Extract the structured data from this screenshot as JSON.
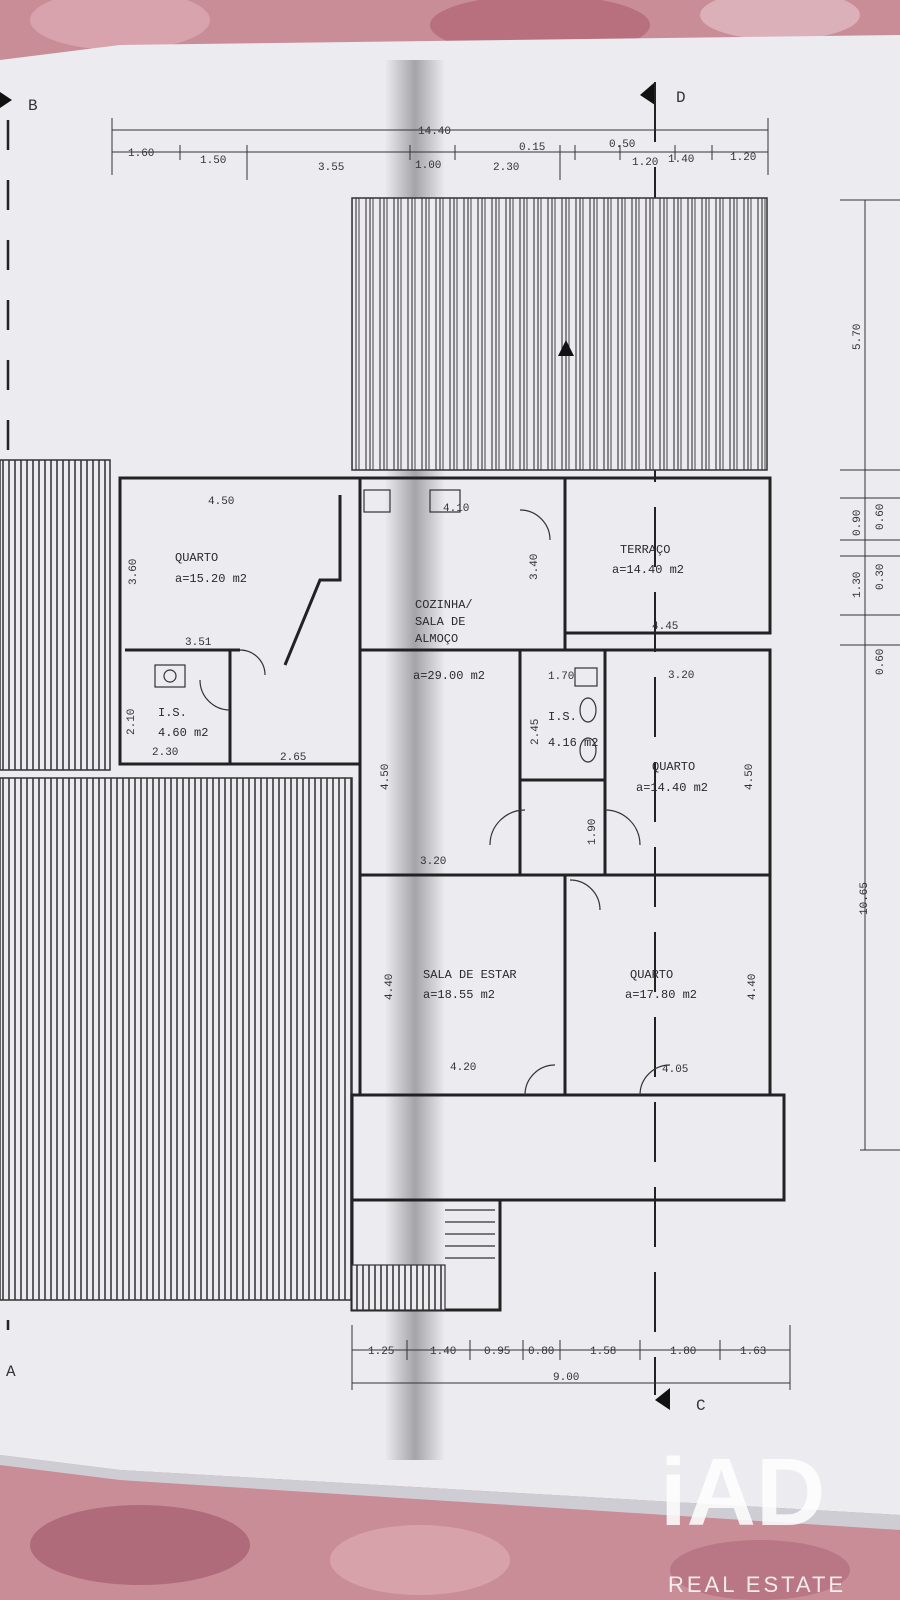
{
  "section_markers": {
    "B": "B",
    "D": "D",
    "A": "A",
    "C": "C"
  },
  "top_dimensions": {
    "total": "14.40",
    "segments": [
      "1.60",
      "1.50",
      "3.55",
      "1.00",
      "2.30",
      "0.15",
      "0.50",
      "1.20",
      "1.40",
      "1.20"
    ]
  },
  "right_dimensions": [
    "5.70",
    "0.60",
    "0.90",
    "0.30",
    "1.30",
    "0.60",
    "10.65"
  ],
  "bottom_dimensions": {
    "total": "9.00",
    "segments": [
      "1.25",
      "1.40",
      "0.95",
      "0.80",
      "1.58",
      "1.80",
      "1.63"
    ]
  },
  "rooms": [
    {
      "name": "QUARTO",
      "area": "a=15.20 m2",
      "dims": [
        "4.50",
        "3.60",
        "3.51"
      ]
    },
    {
      "name": "I.S.",
      "area": "4.60 m2",
      "dims": [
        "2.10",
        "2.30",
        "2.65"
      ]
    },
    {
      "name": "COZINHA/",
      "name2": "SALA DE",
      "name3": "ALMOÇO",
      "area": "a=29.00 m2",
      "dims": [
        "4.10",
        "3.40",
        "4.50",
        "3.20"
      ]
    },
    {
      "name": "TERRAÇO",
      "area": "a=14.40 m2",
      "dims": [
        "4.45"
      ]
    },
    {
      "name": "I.S.",
      "area": "4.16 m2",
      "dims": [
        "1.70",
        "2.45"
      ]
    },
    {
      "name": "QUARTO",
      "area": "a=14.40 m2",
      "dims": [
        "3.20",
        "4.50",
        "1.90"
      ]
    },
    {
      "name": "SALA DE ESTAR",
      "area": "a=18.55 m2",
      "dims": [
        "4.40",
        "4.20"
      ]
    },
    {
      "name": "QUARTO",
      "area": "a=17.80 m2",
      "dims": [
        "4.40",
        "4.05"
      ]
    }
  ],
  "watermark": {
    "logo": "iAD",
    "tagline": "REAL ESTATE"
  }
}
